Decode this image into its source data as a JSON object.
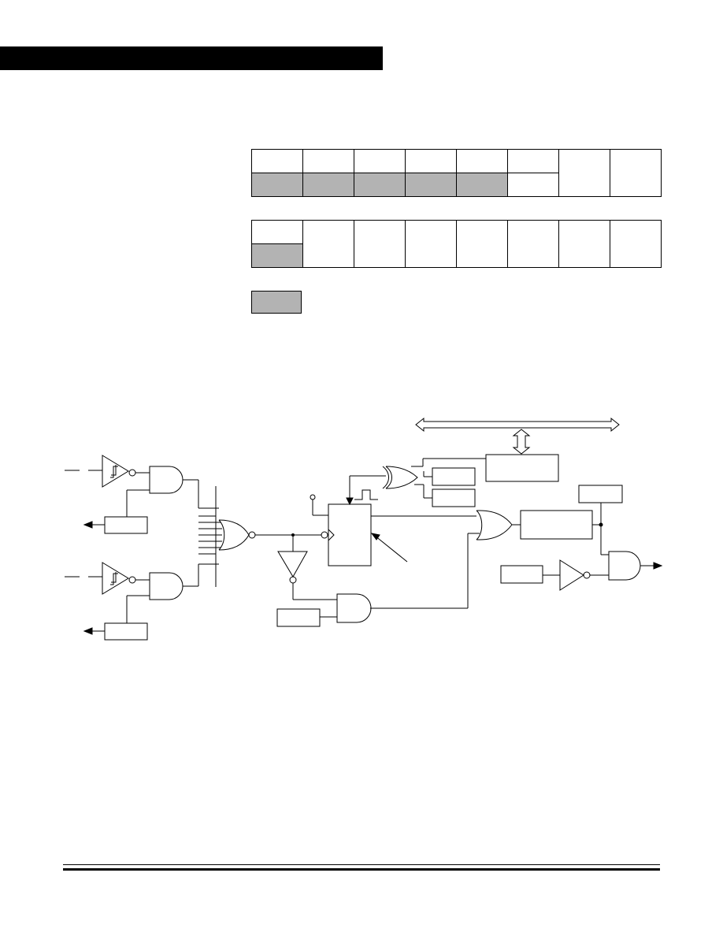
{
  "page": {
    "header_bar_color": "#000000",
    "reserved_bit_color": "#b3b3b3"
  },
  "registers": [
    {
      "name": "register-1",
      "shaded_bits": 5
    },
    {
      "name": "register-2",
      "shaded_bits": 1
    }
  ],
  "diagram": {
    "schmitt_symbol": "schmitt-trigger-icon",
    "output_arrow": "arrow-right-icon",
    "data_bus": "double-arrow-icon"
  }
}
